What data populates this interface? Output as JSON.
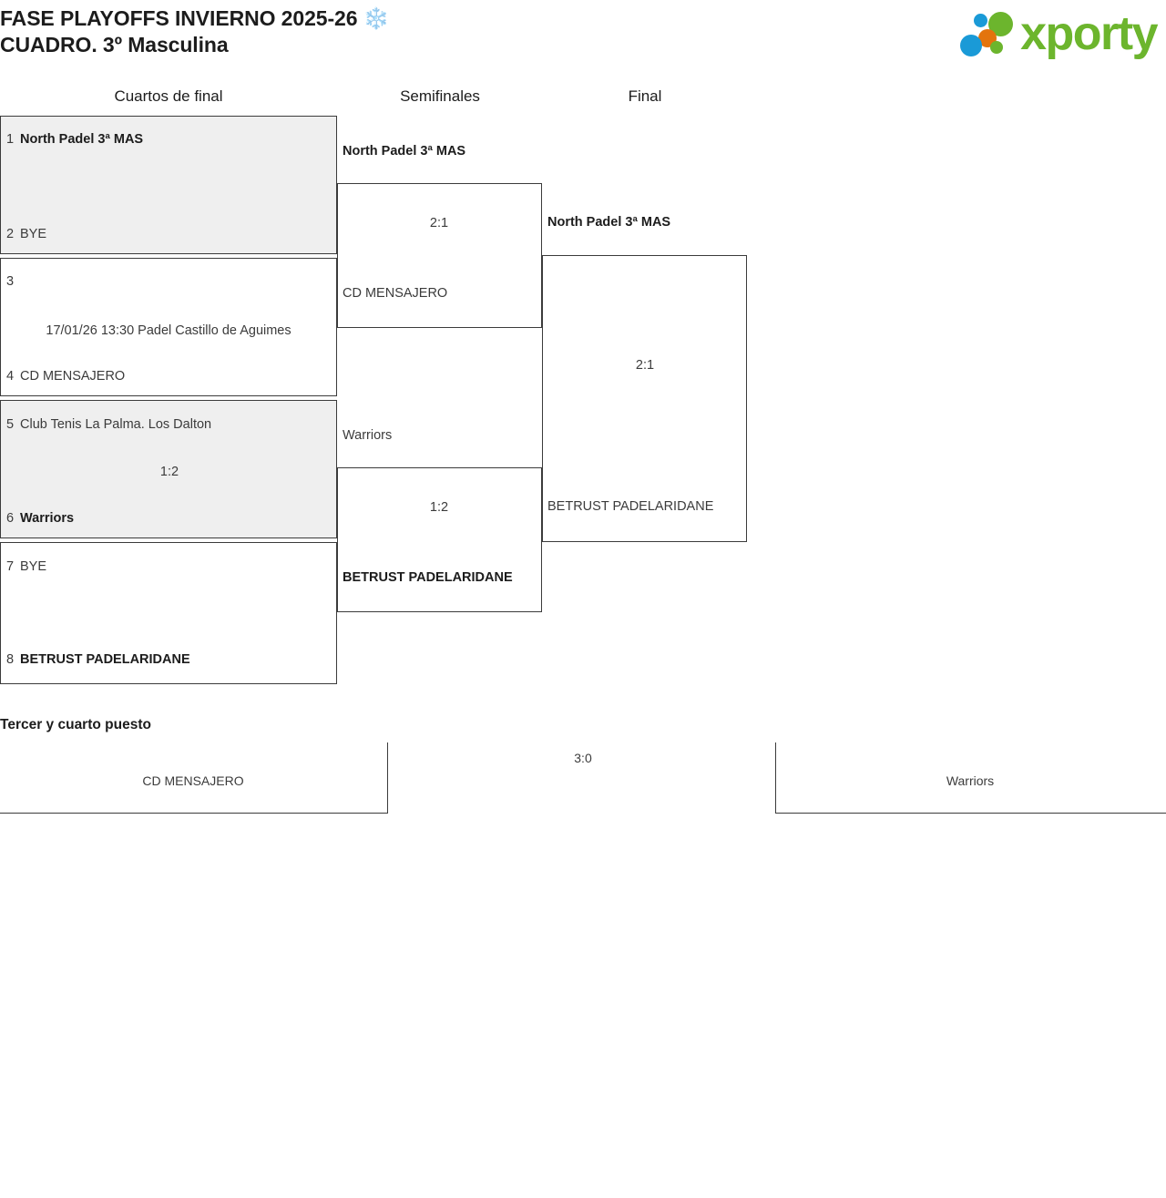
{
  "header": {
    "title_line1": "FASE PLAYOFFS INVIERNO 2025-26 ❄️",
    "title_line2": "CUADRO. 3º Masculina",
    "logo_text": "xporty"
  },
  "rounds": {
    "quarterfinals_label": "Cuartos de final",
    "semifinals_label": "Semifinales",
    "final_label": "Final"
  },
  "quarterfinals": [
    {
      "top": {
        "seed": "1",
        "team": "North Padel 3ª MAS",
        "winner": true
      },
      "bottom": {
        "seed": "2",
        "team": "BYE",
        "winner": false
      },
      "score": "",
      "meta": ""
    },
    {
      "top": {
        "seed": "3",
        "team": "",
        "winner": false
      },
      "bottom": {
        "seed": "4",
        "team": "CD MENSAJERO",
        "winner": false
      },
      "score": "",
      "meta": "17/01/26 13:30 Padel Castillo de Aguimes"
    },
    {
      "top": {
        "seed": "5",
        "team": "Club Tenis La Palma. Los Dalton",
        "winner": false
      },
      "bottom": {
        "seed": "6",
        "team": "Warriors",
        "winner": true
      },
      "score": "1:2",
      "meta": ""
    },
    {
      "top": {
        "seed": "7",
        "team": "BYE",
        "winner": false
      },
      "bottom": {
        "seed": "8",
        "team": "BETRUST PADELARIDANE",
        "winner": true
      },
      "score": "",
      "meta": ""
    }
  ],
  "semifinals": [
    {
      "top_team": "North Padel 3ª MAS",
      "top_winner": true,
      "bottom_team": "CD MENSAJERO",
      "bottom_winner": false,
      "score": "2:1"
    },
    {
      "top_team": "Warriors",
      "top_winner": false,
      "bottom_team": "BETRUST PADELARIDANE",
      "bottom_winner": true,
      "score": "1:2"
    }
  ],
  "final": {
    "top_team": "North Padel 3ª MAS",
    "top_winner": true,
    "bottom_team": "BETRUST PADELARIDANE",
    "bottom_winner": false,
    "score": "2:1"
  },
  "third_place": {
    "heading": "Tercer y cuarto puesto",
    "left_team": "CD MENSAJERO",
    "right_team": "Warriors",
    "score": "3:0"
  }
}
